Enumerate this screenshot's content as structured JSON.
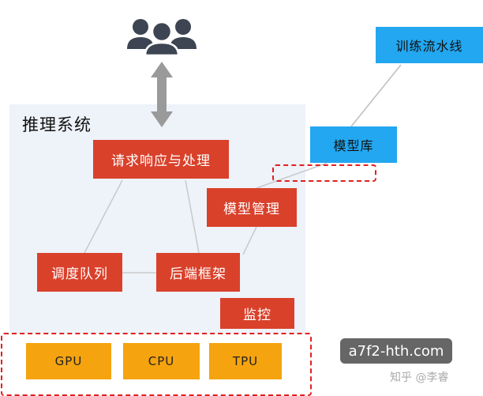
{
  "system": {
    "title": "推理系统"
  },
  "nodes": {
    "pipeline": "训练流水线",
    "model_repo": "模型库",
    "request": "请求响应与处理",
    "model_mgmt": "模型管理",
    "scheduler": "调度队列",
    "backend": "后端框架",
    "monitor": "监控"
  },
  "hardware": [
    "GPU",
    "CPU",
    "TPU"
  ],
  "watermark": {
    "pill": "a7f2-hth.com",
    "text": "知乎 @李睿"
  },
  "colors": {
    "process": "#d9412b",
    "storage": "#22a7f0",
    "hardware": "#f5a30e",
    "dash": "#e02020",
    "users": "#3d4452"
  },
  "icons": [
    "users-icon",
    "double-arrow-icon"
  ]
}
